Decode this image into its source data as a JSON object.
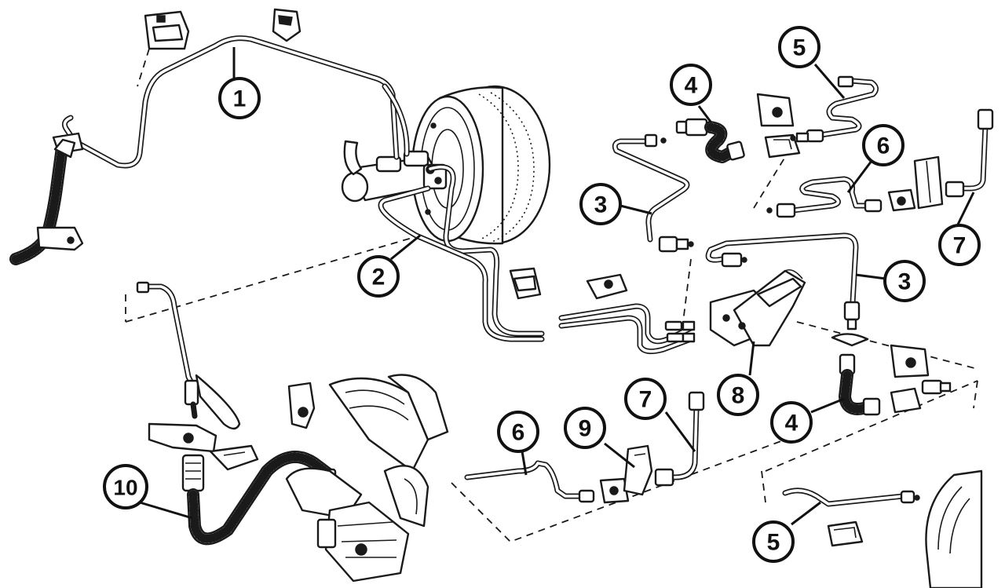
{
  "callouts": [
    {
      "label": "1"
    },
    {
      "label": "2"
    },
    {
      "label": "3"
    },
    {
      "label": "3"
    },
    {
      "label": "4"
    },
    {
      "label": "4"
    },
    {
      "label": "5"
    },
    {
      "label": "5"
    },
    {
      "label": "6"
    },
    {
      "label": "6"
    },
    {
      "label": "7"
    },
    {
      "label": "7"
    },
    {
      "label": "8"
    },
    {
      "label": "9"
    },
    {
      "label": "10"
    }
  ]
}
